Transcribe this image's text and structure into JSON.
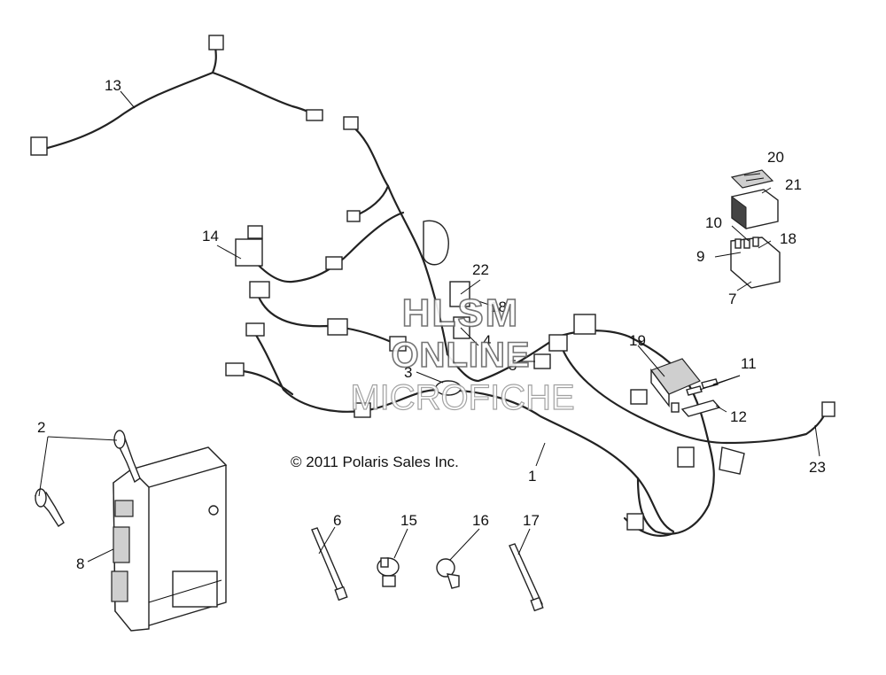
{
  "copyright": "© 2011 Polaris Sales Inc.",
  "watermark": {
    "line1": "HLSM",
    "line2": "ONLINE",
    "line3": "MICROFICHE"
  },
  "callouts": {
    "c1": "1",
    "c2": "2",
    "c3": "3",
    "c4": "4",
    "c5": "5",
    "c6": "6",
    "c7": "7",
    "c8": "8",
    "c9": "9",
    "c10": "10",
    "c11": "11",
    "c12": "12",
    "c13": "13",
    "c14": "14",
    "c15": "15",
    "c16": "16",
    "c17": "17",
    "c18a": "18",
    "c18b": "18",
    "c19": "19",
    "c20": "20",
    "c21": "21",
    "c22": "22",
    "c23": "23"
  }
}
